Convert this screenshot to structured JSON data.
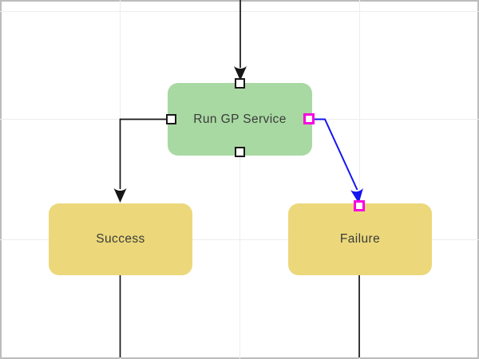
{
  "diagram": {
    "title": "workflow-diagram-canvas",
    "nodes": [
      {
        "id": "run-gp-service",
        "label": "Run GP Service",
        "type": "process",
        "fill": "#a8d9a2",
        "ports": [
          "top",
          "left",
          "right",
          "bottom"
        ],
        "selected_port": "right"
      },
      {
        "id": "success",
        "label": "Success",
        "type": "outcome",
        "fill": "#ecd87a",
        "ports": []
      },
      {
        "id": "failure",
        "label": "Failure",
        "type": "outcome",
        "fill": "#ecd87a",
        "ports": [
          "top"
        ],
        "selected_port": "top"
      }
    ],
    "edges": [
      {
        "from": "offscreen-top",
        "to": "run-gp-service.top",
        "color": "#161616",
        "state": "default"
      },
      {
        "from": "run-gp-service.left",
        "to": "success.top",
        "color": "#161616",
        "state": "default"
      },
      {
        "from": "run-gp-service.right",
        "to": "failure.top",
        "color": "#1414f0",
        "state": "selected"
      },
      {
        "from": "success.bottom",
        "to": "offscreen-bottom",
        "color": "#161616",
        "state": "default"
      },
      {
        "from": "failure.bottom",
        "to": "offscreen-bottom",
        "color": "#161616",
        "state": "default"
      }
    ],
    "colors": {
      "background": "#ffffff",
      "frame_border": "#bcbcbc",
      "grid_line": "#ededed",
      "edge_default": "#161616",
      "edge_selected": "#1414f0",
      "port_border": "#1a1a1a",
      "port_selected_border": "#f800e0",
      "port_fill": "#ffffff",
      "node_process_fill": "#a8d9a2",
      "node_outcome_fill": "#ecd87a",
      "label_text": "#3b3b3b"
    }
  }
}
